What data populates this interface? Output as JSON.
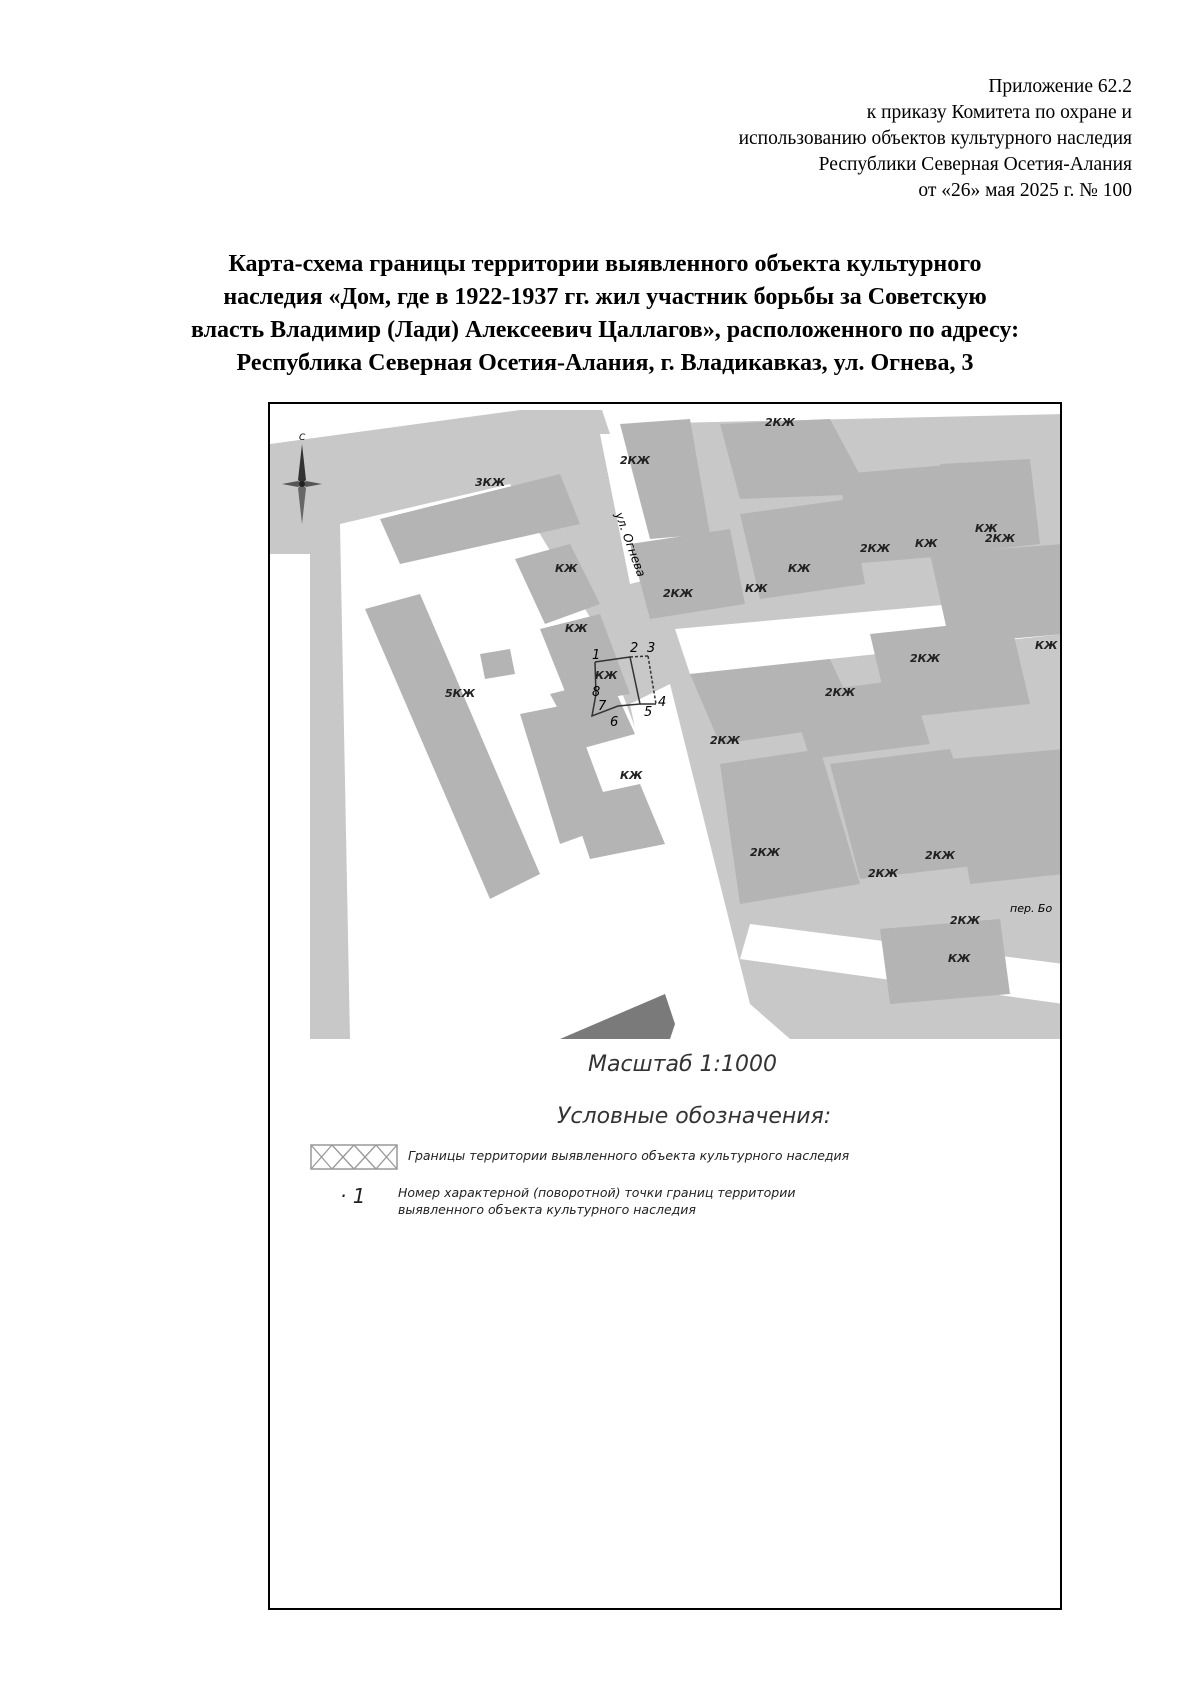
{
  "appendix": {
    "line1": "Приложение 62.2",
    "line2": "к приказу Комитета по охране и",
    "line3": "использованию объектов культурного наследия",
    "line4": "Республики Северная Осетия-Алания",
    "line5": "от «26» мая 2025 г. № 100"
  },
  "title": {
    "line1": "Карта-схема границы территории выявленного объекта культурного",
    "line2": "наследия «Дом, где в 1922-1937 гг. жил участник борьбы за Советскую",
    "line3": "власть Владимир (Лади) Алексеевич Цаллагов», расположенного по адресу:",
    "line4": "Республика Северная Осетия-Алания, г. Владикавказ, ул. Огнева, 3"
  },
  "map": {
    "street_label": "ул. Огнева",
    "lane_label": "пер. Бо",
    "buildings": {
      "b_3kzh": "3КЖ",
      "b_2kzh_top": "2КЖ",
      "b_2kzh_a": "2КЖ",
      "b_kzh_a": "КЖ",
      "b_kzh_b": "КЖ",
      "b_kzh_object": "КЖ",
      "b_5kzh": "5КЖ",
      "b_kzh_c": "КЖ",
      "b_2kzh_b": "2КЖ",
      "b_kzh_d": "КЖ",
      "b_kzh_e": "КЖ",
      "b_2kzh_c": "2КЖ",
      "b_kzh_f": "КЖ",
      "b_kzh_g": "КЖ",
      "b_2kzh_d": "2КЖ",
      "b_kzh_h": "КЖ",
      "b_2kzh_e": "2КЖ",
      "b_2kzh_f": "2КЖ",
      "b_2kzh_g": "2КЖ",
      "b_2kzh_h": "2КЖ",
      "b_2kzh_i": "2КЖ",
      "b_2kzh_j": "2КЖ",
      "b_kzh_i": "КЖ",
      "b_2kzh_k": "2КЖ"
    },
    "points": [
      "1",
      "2",
      "3",
      "4",
      "5",
      "6",
      "7",
      "8"
    ],
    "compass": "С"
  },
  "scale_text": "Масштаб 1:1000",
  "legend": {
    "title": "Условные обозначения:",
    "boundary_text": "Границы территории выявленного объекта культурного наследия",
    "point_symbol": "· 1",
    "point_text_line1": "Номер характерной (поворотной) точки границ территории",
    "point_text_line2": "выявленного объекта культурного наследия"
  }
}
